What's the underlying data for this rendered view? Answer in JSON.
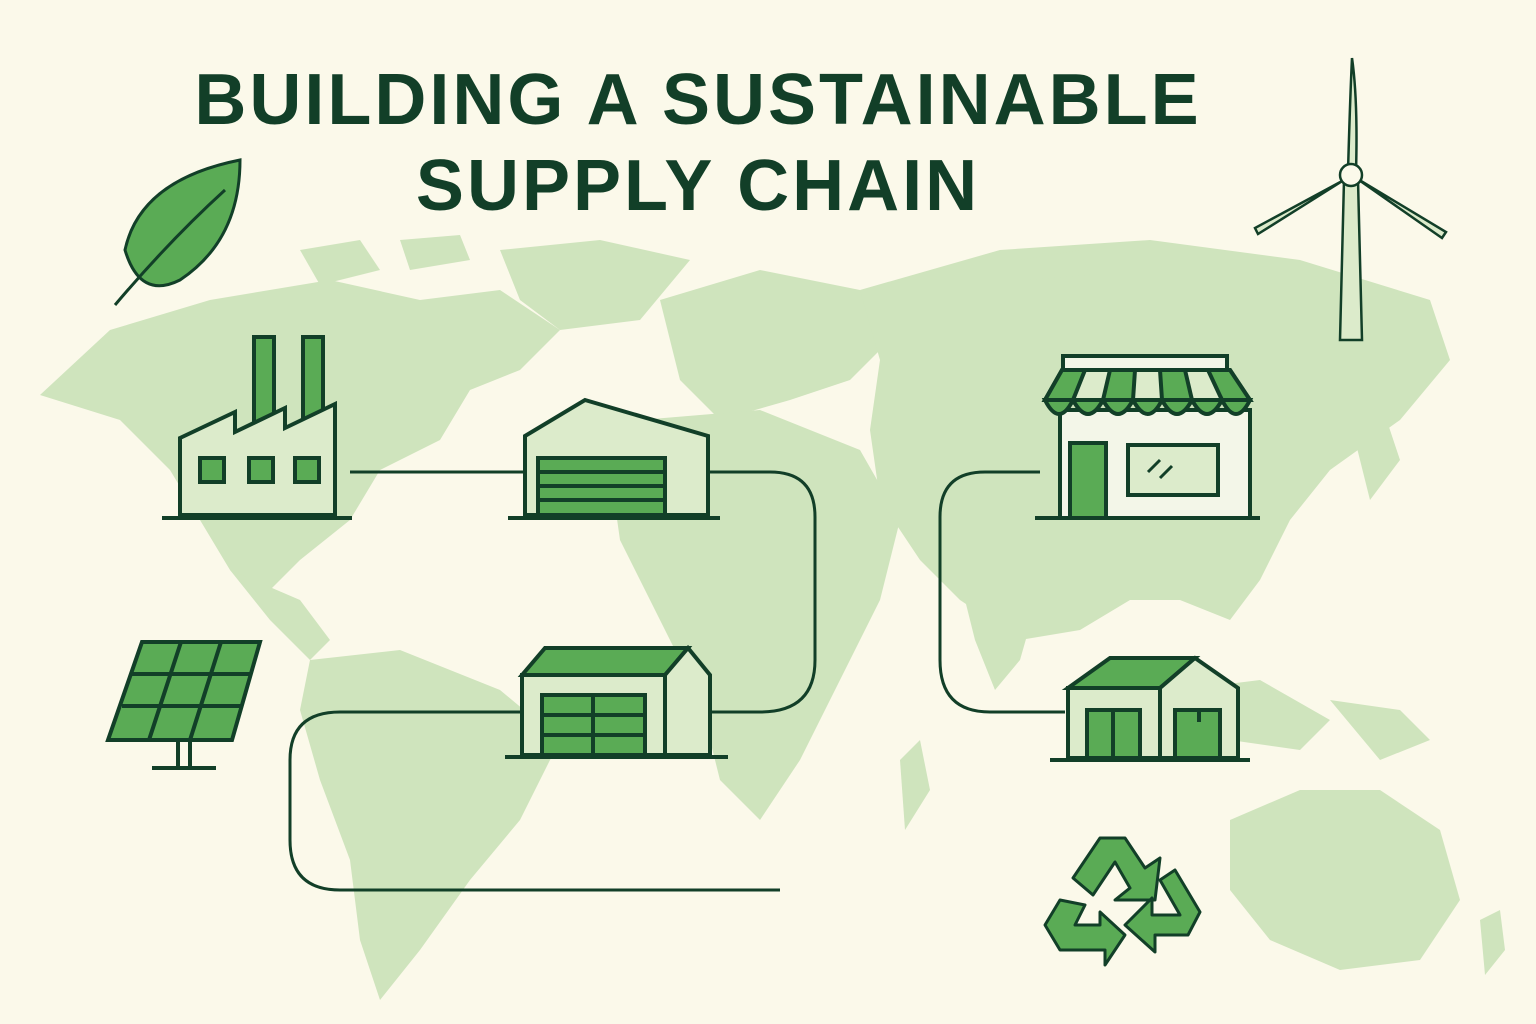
{
  "title": {
    "line1": "BUILDING A SUSTAINABLE",
    "line2": "SUPPLY CHAIN"
  },
  "colors": {
    "background": "#fbf9ea",
    "map": "#cfe4bd",
    "outline": "#123f28",
    "fill_dark": "#5aab55",
    "fill_light": "#dcebcb"
  },
  "nodes": [
    {
      "id": "factory",
      "icon": "factory-icon"
    },
    {
      "id": "warehouse",
      "icon": "warehouse-icon"
    },
    {
      "id": "distribution-center",
      "icon": "distribution-center-icon"
    },
    {
      "id": "store",
      "icon": "store-icon"
    },
    {
      "id": "home",
      "icon": "home-icon"
    }
  ],
  "decorations": [
    "leaf-icon",
    "wind-turbine-icon",
    "solar-panel-icon",
    "recycle-icon"
  ]
}
